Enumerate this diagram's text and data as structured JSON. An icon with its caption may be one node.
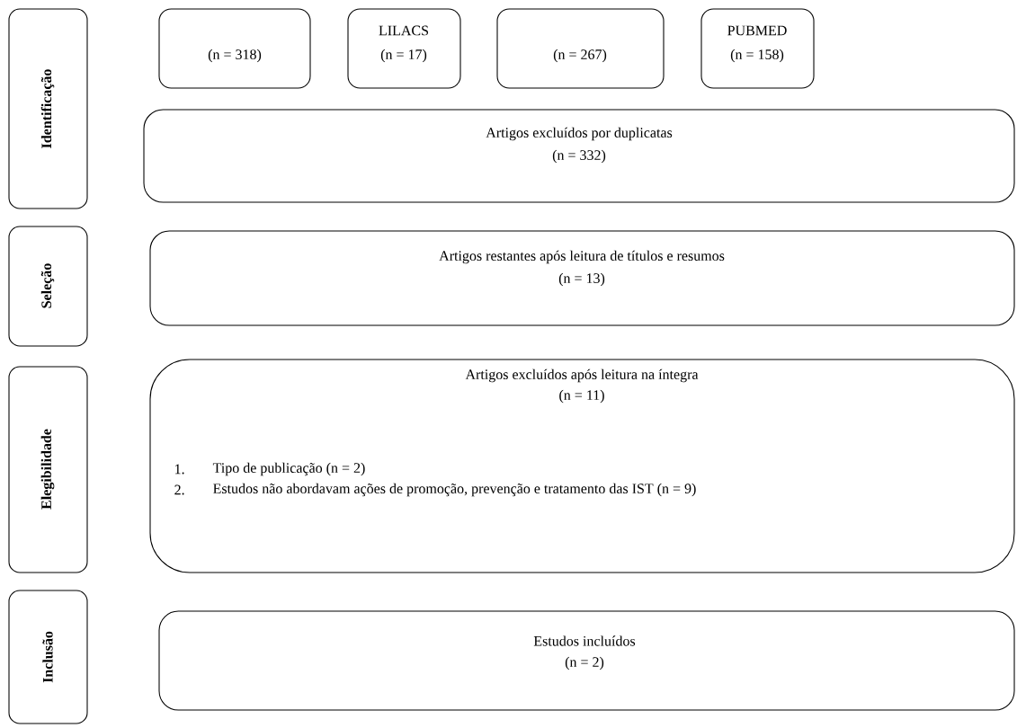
{
  "diagram": {
    "nodes": [
      {
        "text": [
          "Identificação"
        ]
      },
      {
        "text": [
          "(n = 318)"
        ]
      },
      {
        "text": [
          "LILACS",
          "(n = 17)"
        ]
      },
      {
        "text": [
          "(n = 267)"
        ]
      },
      {
        "text": [
          "PUBMED",
          "(n = 158)"
        ]
      },
      {
        "text": [
          "Artigos excluídos por duplicatas",
          "(n = 332)"
        ]
      },
      {
        "text": [
          "Seleção"
        ]
      },
      {
        "text": [
          "Artigos restantes após leitura de títulos e resumos",
          "(n = 13)"
        ]
      },
      {
        "text": [
          "Elegibilidade"
        ]
      },
      {
        "text": [
          "Artigos excluídos após leitura na íntegra",
          "(n = 11)",
          "1.",
          "Tipo de publicação (n = 2)",
          "2.",
          "Estudos não abordavam ações de promoção, prevenção e tratamento das IST (n = 9)"
        ]
      },
      {
        "text": [
          "Inclusão"
        ]
      },
      {
        "text": [
          "Estudos incluídos",
          "(n = 2)"
        ]
      }
    ]
  }
}
